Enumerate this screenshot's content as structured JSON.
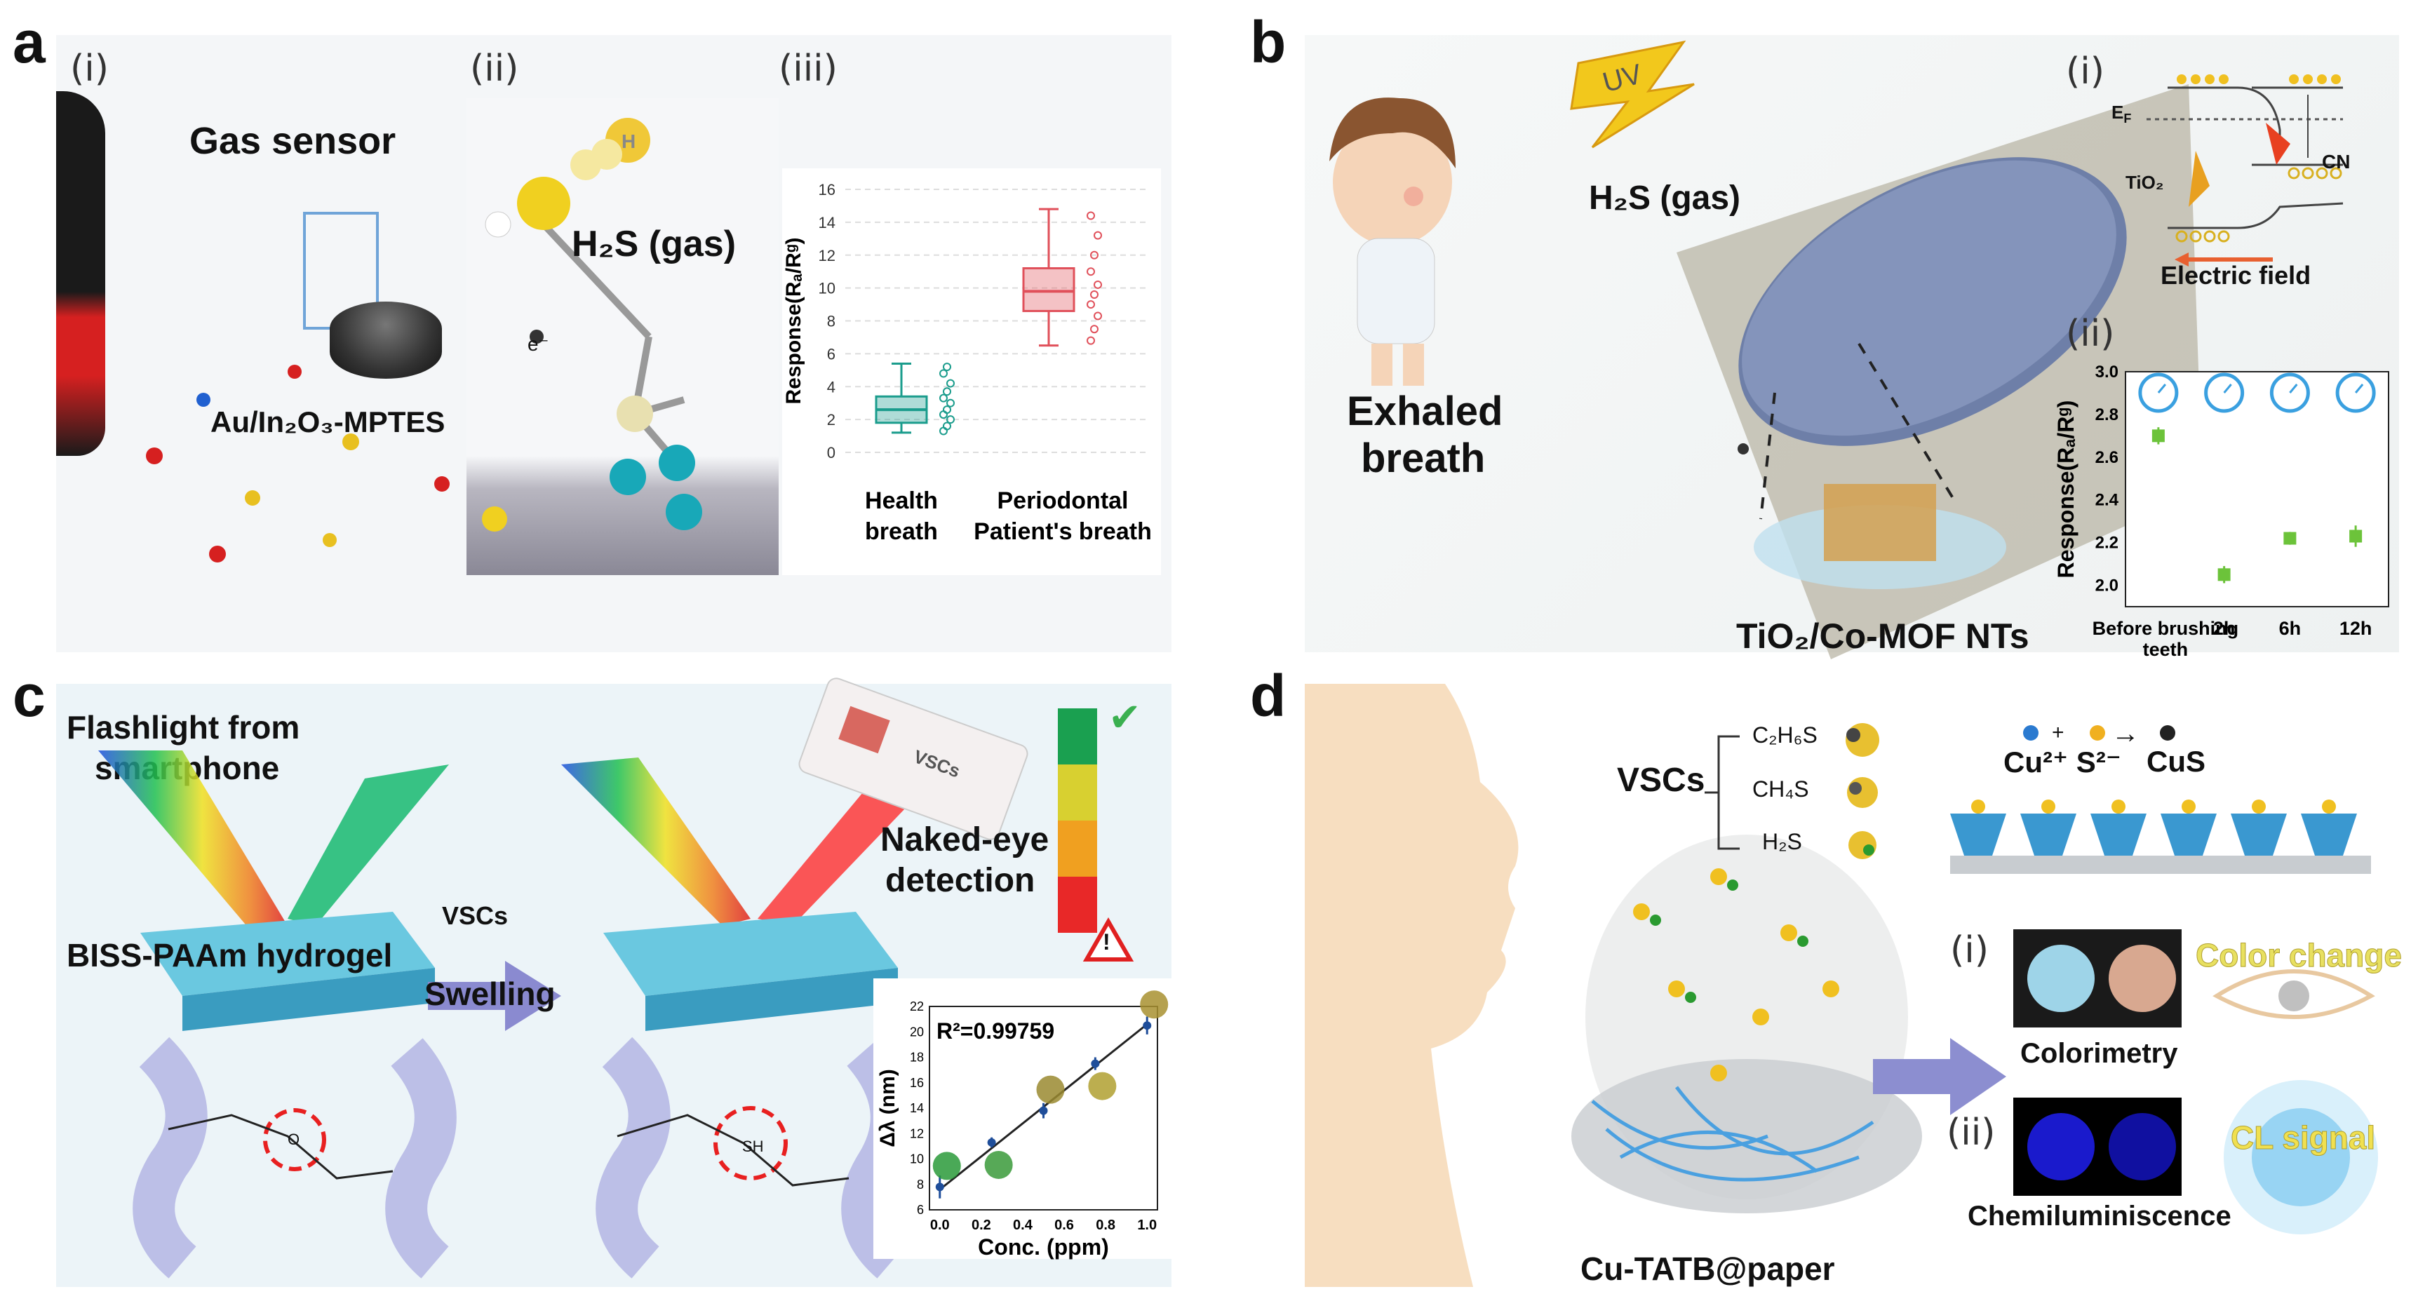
{
  "panels": {
    "a": {
      "letter": "a",
      "subs": [
        "(i)",
        "(ii)",
        "(iii)"
      ],
      "gas_sensor": "Gas sensor",
      "sensor_material": "Au/In₂O₃-MPTES",
      "h2s_gas": "H₂S (gas)",
      "atom_h": "H",
      "electron": "e⁻"
    },
    "b": {
      "letter": "b",
      "subs": [
        "(i)",
        "(ii)"
      ],
      "uv": "UV",
      "h2s_gas": "H₂S (gas)",
      "exhaled_1": "Exhaled",
      "exhaled_2": "breath",
      "material": "TiO₂/Co-MOF NTs",
      "ef": "E",
      "ef_sub": "F",
      "tio2": "TiO₂",
      "cn": "CN",
      "electric_field": "Electric field"
    },
    "c": {
      "letter": "c",
      "flash_1": "Flashlight from",
      "flash_2": "smartphone",
      "hydrogel": "BISS-PAAm hydrogel",
      "vscs": "VSCs",
      "swelling": "Swelling",
      "naked_1": "Naked-eye",
      "naked_2": "detection",
      "vscs_card": "VSCs",
      "warning": "!",
      "check": "✔",
      "group_o": "O",
      "group_sh": "SH"
    },
    "d": {
      "letter": "d",
      "vscs": "VSCs",
      "c2h6s": "C₂H₆S",
      "ch4s": "CH₄S",
      "h2s": "H₂S",
      "reaction": "Cu²⁺ S²⁻",
      "plus": "+",
      "arrow": "→",
      "cus": "CuS",
      "sub_i": "(i)",
      "sub_ii": "(ii)",
      "colorimetry": "Colorimetry",
      "color_change": "Color change",
      "chemi": "Chemiluminiscence",
      "cl_signal": "CL signal",
      "paper": "Cu-TATB@paper"
    }
  },
  "chart_data": [
    {
      "type": "box",
      "ylabel": "Response(Rₐ/Rᵍ)",
      "ylim": [
        0,
        16
      ],
      "yticks": [
        0,
        2,
        4,
        6,
        8,
        10,
        12,
        14,
        16
      ],
      "categories": [
        "Health breath",
        "Periodontal Patient's breath"
      ],
      "category_lines": [
        [
          "Health",
          "breath"
        ],
        [
          "Periodontal",
          "Patient's breath"
        ]
      ],
      "boxes": [
        {
          "category": "Health breath",
          "min": 1.2,
          "q1": 1.8,
          "median": 2.6,
          "q3": 3.4,
          "max": 5.4,
          "color": "#1a9c8c",
          "points": [
            1.3,
            1.6,
            2.0,
            2.3,
            2.6,
            3.0,
            3.3,
            3.7,
            4.2,
            4.8,
            5.2
          ]
        },
        {
          "category": "Periodontal Patient's breath",
          "min": 6.5,
          "q1": 8.6,
          "median": 9.8,
          "q3": 11.2,
          "max": 14.8,
          "color": "#e0505a",
          "points": [
            6.8,
            7.5,
            8.3,
            9.0,
            9.6,
            10.2,
            11.0,
            12.0,
            13.2,
            14.4
          ]
        }
      ]
    },
    {
      "type": "scatter",
      "ylabel": "Response(Rₐ/Rᵍ)",
      "ylim": [
        1.9,
        3.0
      ],
      "yticks": [
        2.0,
        2.2,
        2.4,
        2.6,
        2.8,
        3.0
      ],
      "categories": [
        "Before brushing teeth",
        "2h",
        "6h",
        "12h"
      ],
      "category_lines": [
        [
          "Before brushing",
          "teeth"
        ],
        [
          "2h"
        ],
        [
          "6h"
        ],
        [
          "12h"
        ]
      ],
      "values": [
        2.7,
        2.05,
        2.22,
        2.23
      ],
      "errors": [
        0.04,
        0.04,
        0.03,
        0.05
      ],
      "color": "#6cc33a"
    },
    {
      "type": "scatter",
      "annotation": "R²=0.99759",
      "xlabel": "Conc. (ppm)",
      "ylabel": "Δλ (nm)",
      "xlim": [
        -0.05,
        1.05
      ],
      "ylim": [
        6,
        22
      ],
      "xticks": [
        0.0,
        0.2,
        0.4,
        0.6,
        0.8,
        1.0
      ],
      "yticks": [
        6,
        8,
        10,
        12,
        14,
        16,
        18,
        20,
        22
      ],
      "x": [
        0.0,
        0.25,
        0.5,
        0.75,
        1.0
      ],
      "y": [
        7.8,
        11.3,
        13.8,
        17.5,
        20.5
      ],
      "errors": [
        0.9,
        0.4,
        0.6,
        0.5,
        0.7
      ],
      "fit": {
        "x": [
          0.0,
          1.0
        ],
        "y": [
          7.6,
          20.6
        ]
      },
      "color": "#1f4e9a"
    }
  ]
}
